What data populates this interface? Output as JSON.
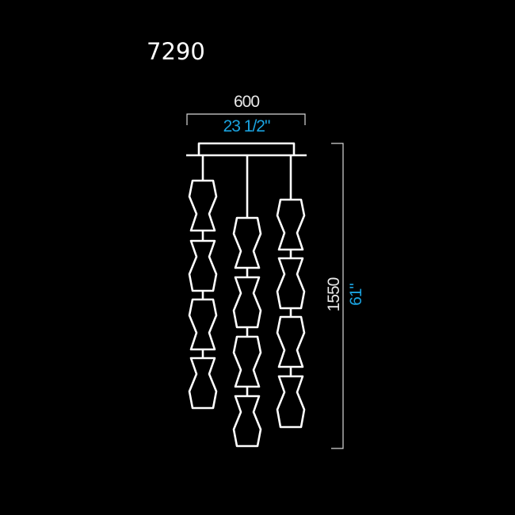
{
  "drawing": {
    "model_number": "7290",
    "width": {
      "mm": "600",
      "inches": "23 1/2\""
    },
    "height": {
      "mm": "1550",
      "inches": "61\""
    },
    "strands": [
      {
        "name": "left",
        "shade_count": 4
      },
      {
        "name": "middle",
        "shade_count": 4
      },
      {
        "name": "right",
        "shade_count": 4
      }
    ],
    "colors": {
      "background": "#000000",
      "line": "#ffffff",
      "metric_text": "#e8e8e8",
      "imperial_text": "#1aa3e0"
    }
  }
}
